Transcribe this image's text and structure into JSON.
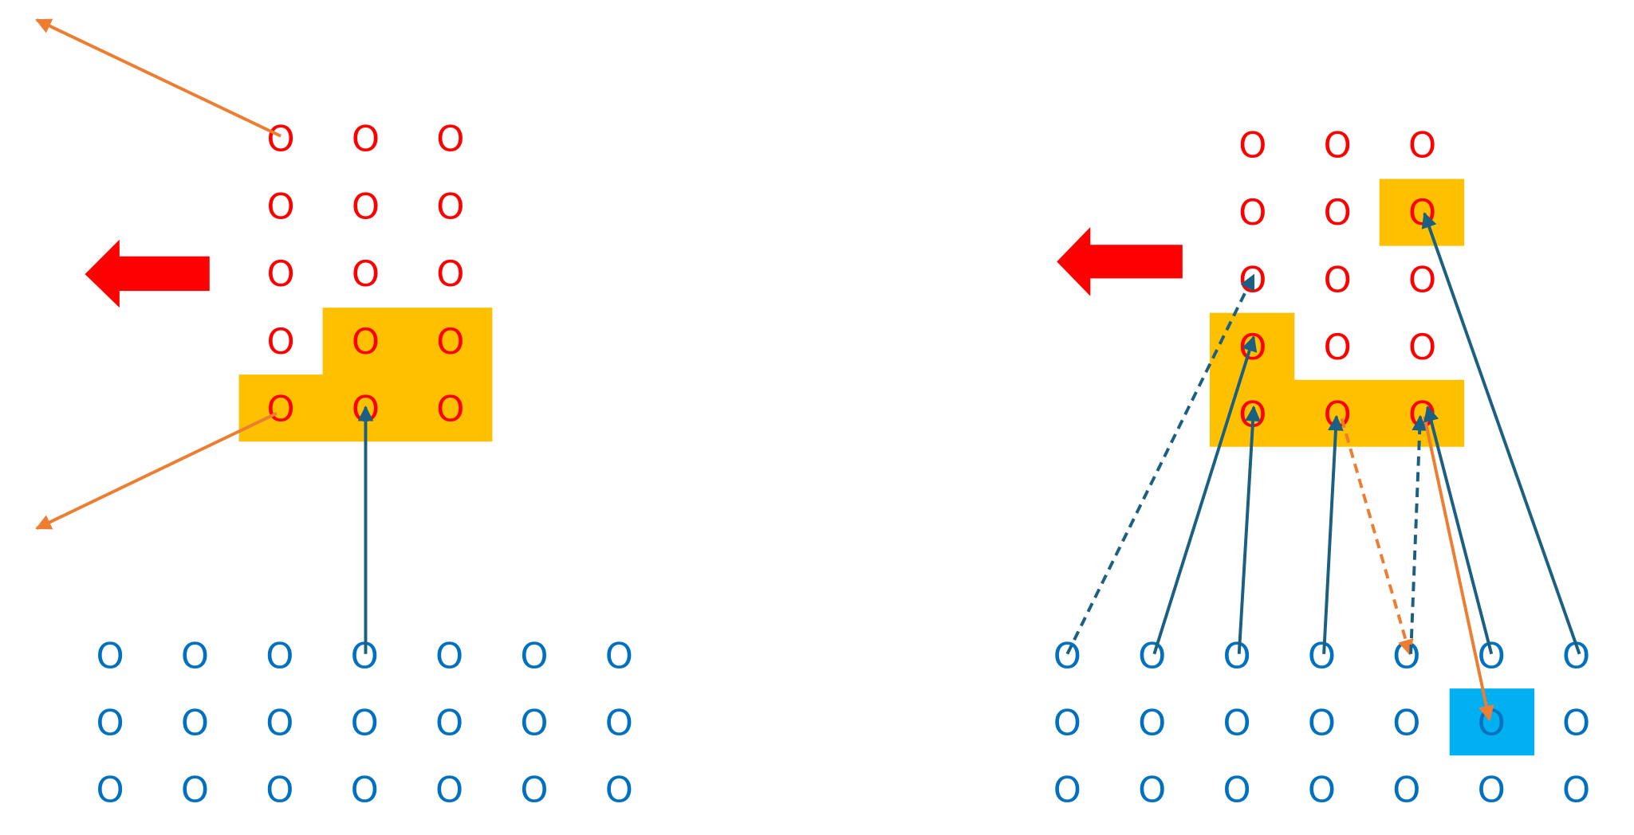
{
  "left_panel": {
    "output_grid": {
      "rows": 5,
      "cols": 3,
      "glyph": "O"
    },
    "input_grid": {
      "rows": 3,
      "cols": 7,
      "glyph": "O"
    }
  },
  "right_panel": {
    "output_grid": {
      "rows": 5,
      "cols": 3,
      "glyph": "O"
    },
    "input_grid": {
      "rows": 3,
      "cols": 7,
      "glyph": "O"
    }
  },
  "colors": {
    "output_text": "#FF0000",
    "input_text": "#0070C0",
    "highlight": "#FFC000",
    "input_highlight": "#00B0F0",
    "arrow_blue": "#1B5F82",
    "arrow_orange": "#ED7D31",
    "big_arrow": "#FF0000"
  }
}
